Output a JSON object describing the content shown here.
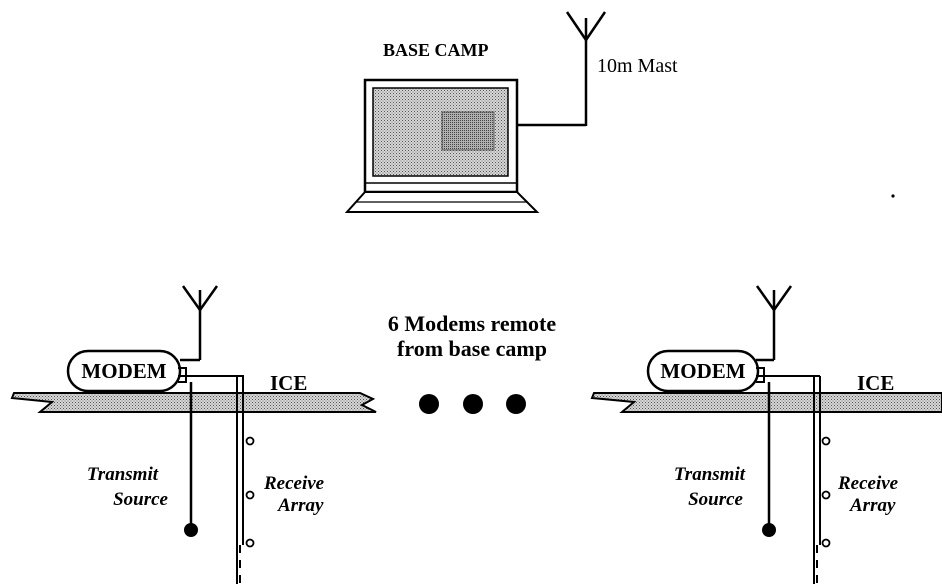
{
  "base": {
    "title": "BASE CAMP",
    "mast": "10m Mast"
  },
  "middle": {
    "line1": "6 Modems remote",
    "line2": "from base camp"
  },
  "left_station": {
    "modem": "MODEM",
    "ice": "ICE",
    "tx1": "Transmit",
    "tx2": "Source",
    "rx1": "Receive",
    "rx2": "Array"
  },
  "right_station": {
    "modem": "MODEM",
    "ice": "ICE",
    "tx1": "Transmit",
    "tx2": "Source",
    "rx1": "Receive",
    "rx2": "Array"
  },
  "colors": {
    "ink": "#000000",
    "hatch": "#b5b5b5"
  }
}
